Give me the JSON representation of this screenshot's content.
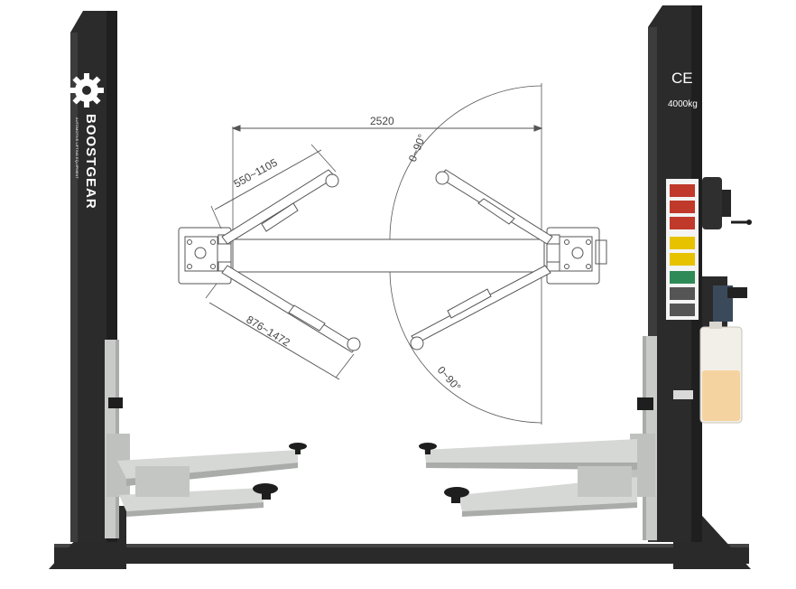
{
  "brand": {
    "name": "BOOSTGEAR",
    "tagline": "AUTOMOTIVE LIFTING EQUIPMENT"
  },
  "certification": {
    "mark": "CE",
    "capacity": "4000kg"
  },
  "dimensions": {
    "width": "2520",
    "short_arm_range": "550~1105",
    "long_arm_range": "876~1472",
    "rotation_top": "0~90°",
    "rotation_bottom": "0~90°"
  },
  "colors": {
    "column": "#2b2b2b",
    "column_edge": "#3c3c3c",
    "carriage": "#c9cbc8",
    "arm": "#d6d8d5",
    "arm_shadow": "#a9aca8",
    "pad": "#1e1e1e",
    "base": "#2a2a2a",
    "reservoir": "#f2efe8",
    "oil": "#f5d3a0",
    "drawing_line": "#555555"
  }
}
